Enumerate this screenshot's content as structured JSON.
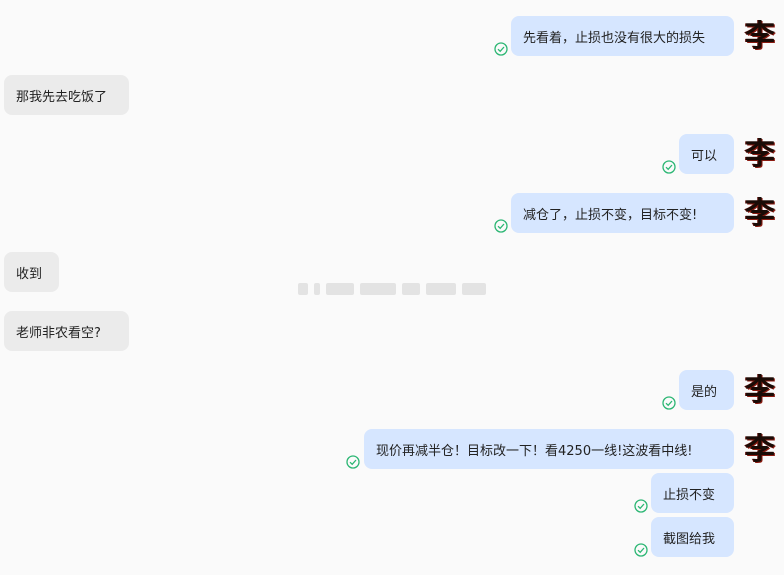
{
  "sender_avatar_char": "李",
  "messages": {
    "m1": "先看着，止损也没有很大的损失",
    "m2": "那我先去吃饭了",
    "m3": "可以",
    "m4": "减仓了，止损不变，目标不变!",
    "m5": "收到",
    "m6": "老师非农看空?",
    "m7": "是的",
    "m8": "现价再减半仓！目标改一下！看4250一线!这波看中线!",
    "m9": "止损不变",
    "m10": "截图给我"
  },
  "colors": {
    "outgoing_bubble": "#d6e6ff",
    "incoming_bubble": "#ebebeb",
    "read_check": "#2bb673",
    "background": "#fafafa"
  },
  "icons": {
    "read_receipt": "check-circle-icon"
  }
}
